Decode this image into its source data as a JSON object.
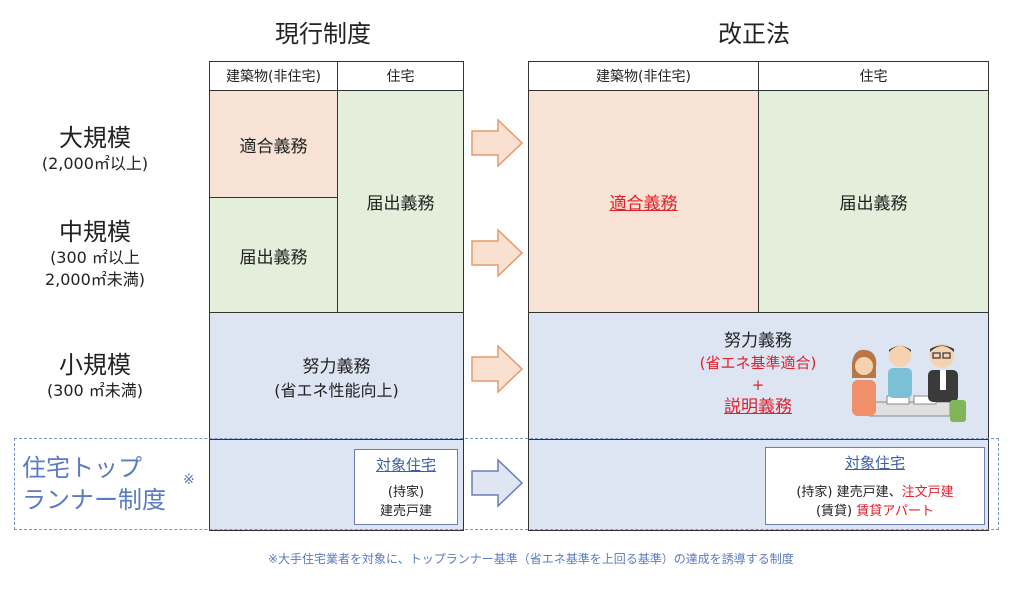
{
  "headers": {
    "current": "現行制度",
    "revised": "改正法",
    "col_nonres": "建築物(非住宅)",
    "col_res": "住宅"
  },
  "rows": {
    "large": {
      "title": "大規模",
      "sub": "(2,000㎡以上)"
    },
    "medium": {
      "title": "中規模",
      "sub1": "(300 ㎡以上",
      "sub2": "2,000㎡未満)"
    },
    "small": {
      "title": "小規模",
      "sub": "(300 ㎡未満)"
    }
  },
  "toprunner": {
    "line1": "住宅トップ",
    "line2": "ランナー制度",
    "mark": "※"
  },
  "current": {
    "conformity": "適合義務",
    "notify_res": "届出義務",
    "notify_mid": "届出義務",
    "effort": "努力義務",
    "effort_sub": "(省エネ性能向上)",
    "target_title": "対象住宅",
    "target_line1": "(持家)",
    "target_line2": "建売戸建"
  },
  "revised": {
    "conformity": "適合義務",
    "notify": "届出義務",
    "effort": "努力義務",
    "effort_sub": "(省エネ基準適合)",
    "plus": "+",
    "explain": "説明義務",
    "target_title": "対象住宅",
    "own_label": "(持家)",
    "own_normal": "建売戸建、",
    "own_red": "注文戸建",
    "rent_label": "(賃貸)",
    "rent_red": "賃貸アパート"
  },
  "footnote": "※大手住宅業者を対象に、トップランナー基準（省エネ基準を上回る基準）の達成を誘導する制度",
  "colors": {
    "peach": "#f7e2d5",
    "green": "#e4efdb",
    "blue": "#dde5f3",
    "accent_red": "#e0202a",
    "accent_blue": "#5b7bc2"
  }
}
